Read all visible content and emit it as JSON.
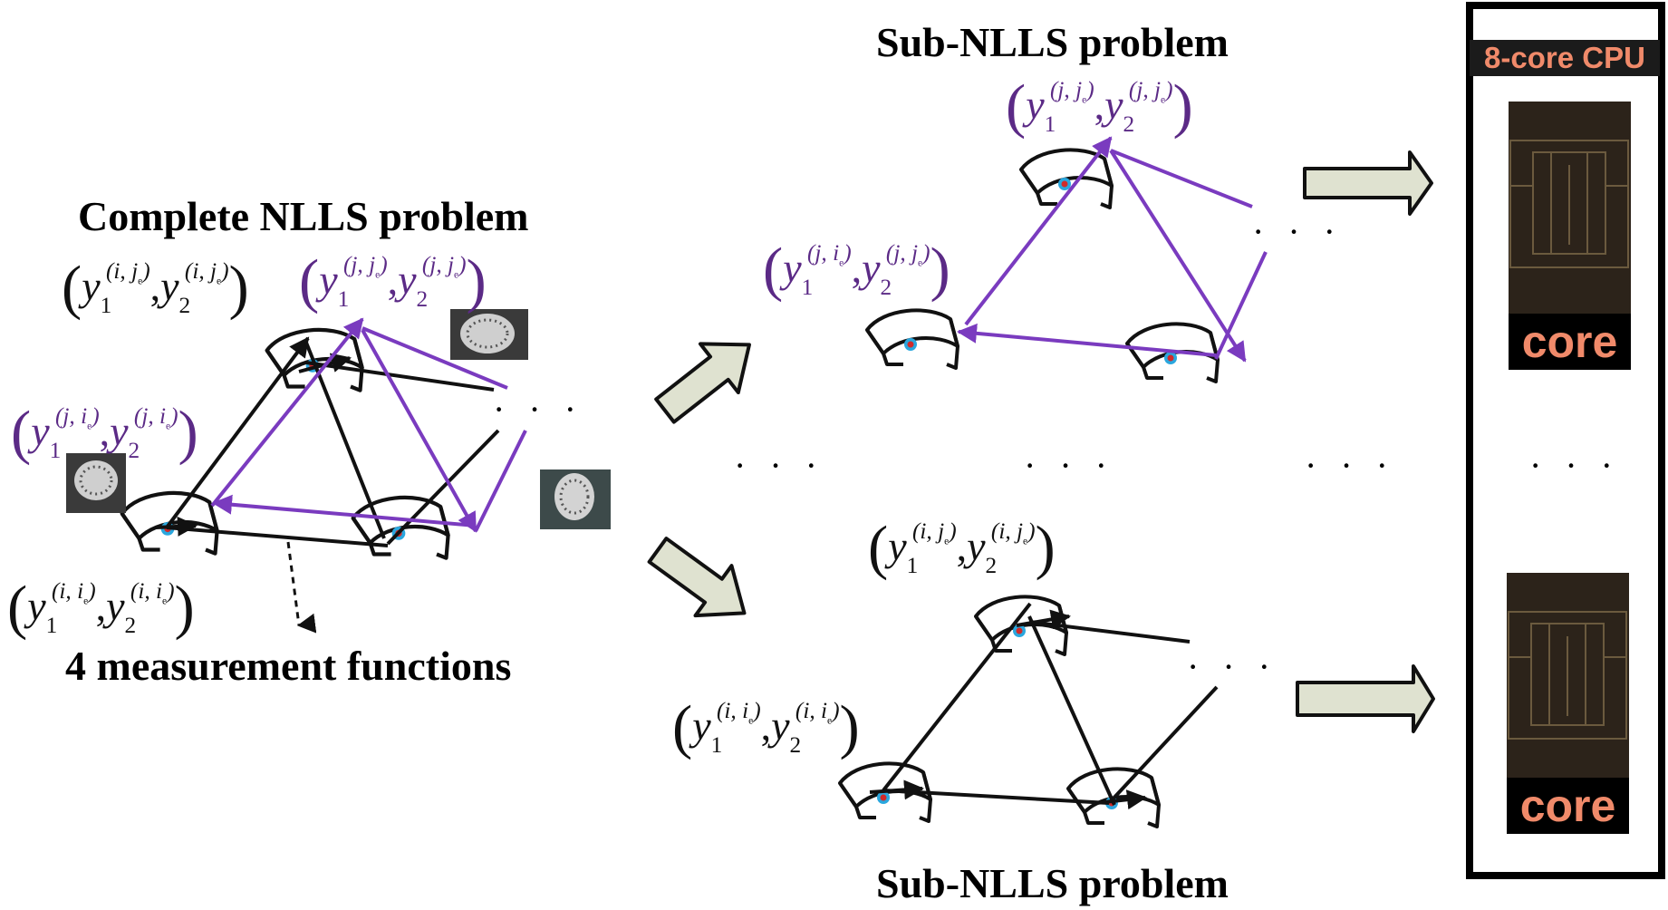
{
  "headings": {
    "complete": "Complete NLLS problem",
    "sub_top": "Sub-NLLS problem",
    "sub_bottom": "Sub-NLLS problem",
    "measurements": "4 measurement functions"
  },
  "processor": {
    "title": "8-core CPU",
    "core_top": "core",
    "core_bottom": "core"
  },
  "ellipsis": "· · ·",
  "math_symbols": {
    "y": "y",
    "sub1": "1",
    "sub2": "2",
    "comma": ",",
    "open": "(",
    "close": ")"
  },
  "labels": {
    "ij": "(i, j",
    "ii": "(i, i",
    "jj": "(j, j",
    "ji": "(j, i",
    "e": "e",
    "rp": ")"
  },
  "colors": {
    "purple": "#5b2a86",
    "black": "#111111",
    "arrow_fill": "#dfe2d0",
    "core_text": "#f08a6a",
    "camera_center_blue": "#2aa7de",
    "camera_center_red": "#d12b2b"
  }
}
